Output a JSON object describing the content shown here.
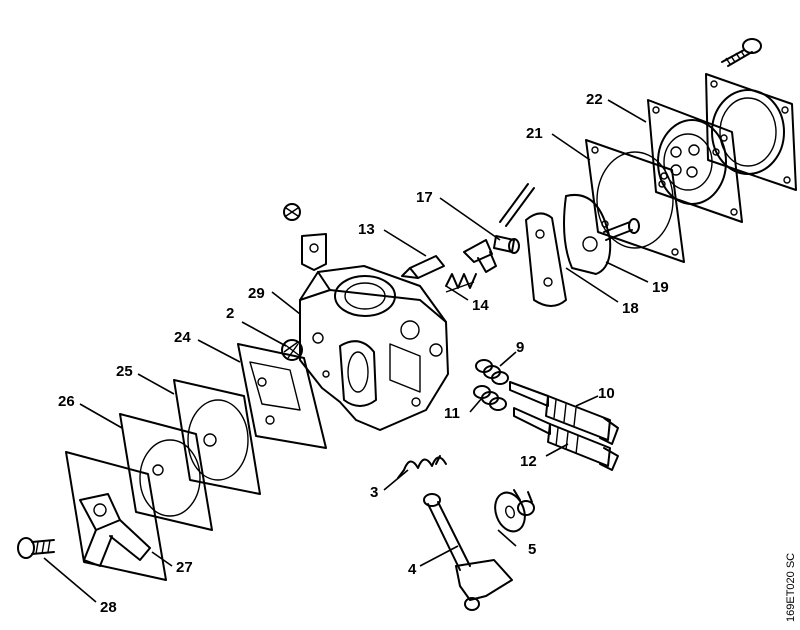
{
  "diagram": {
    "drawing_code": "169ET020 SC",
    "callouts": {
      "n2": "2",
      "n3": "3",
      "n4": "4",
      "n5": "5",
      "n9": "9",
      "n10": "10",
      "n11": "11",
      "n12": "12",
      "n13": "13",
      "n14": "14",
      "n17": "17",
      "n18": "18",
      "n19": "19",
      "n21": "21",
      "n22": "22",
      "n24": "24",
      "n25": "25",
      "n26": "26",
      "n27": "27",
      "n28": "28",
      "n29": "29"
    }
  }
}
